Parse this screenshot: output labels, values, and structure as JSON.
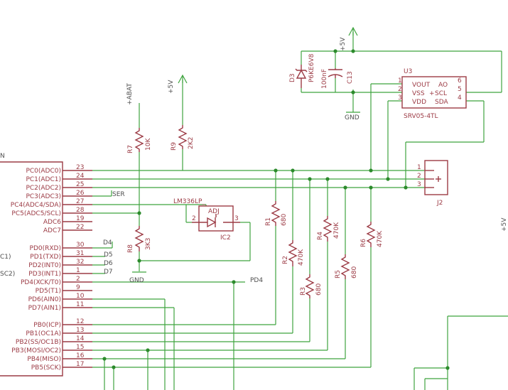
{
  "mcu": {
    "pins": [
      {
        "name": "PC0(ADC0)",
        "num": "23"
      },
      {
        "name": "PC1(ADC1)",
        "num": "24"
      },
      {
        "name": "PC2(ADC2)",
        "num": "25"
      },
      {
        "name": "PC3(ADC3)",
        "num": "26"
      },
      {
        "name": "PC4(ADC4/SDA)",
        "num": "27"
      },
      {
        "name": "PC5(ADC5/SCL)",
        "num": "28"
      },
      {
        "name": "ADC6",
        "num": "19"
      },
      {
        "name": "ADC7",
        "num": "22"
      },
      {
        "name": "PD0(RXD)",
        "num": "30"
      },
      {
        "name": "PD1(TXD)",
        "num": "31"
      },
      {
        "name": "PD2(INT0)",
        "num": "32"
      },
      {
        "name": "PD3(INT1)",
        "num": "1"
      },
      {
        "name": "PD4(XCK/T0)",
        "num": "2"
      },
      {
        "name": "PD5(T1)",
        "num": "9"
      },
      {
        "name": "PD6(AIN0)",
        "num": "10"
      },
      {
        "name": "PD7(AIN1)",
        "num": "11"
      },
      {
        "name": "PB0(ICP)",
        "num": "12"
      },
      {
        "name": "PB1(OC1A)",
        "num": "13"
      },
      {
        "name": "PB2(SS/OC1B)",
        "num": "14"
      },
      {
        "name": "PB3(MOSI/OC2)",
        "num": "15"
      },
      {
        "name": "PB4(MISO)",
        "num": "16"
      },
      {
        "name": "PB5(SCK)",
        "num": "17"
      }
    ],
    "edge_labels": [
      "N",
      "C1)",
      "SC2)"
    ]
  },
  "nets": {
    "abat": "+ABAT",
    "vcc": "+5V",
    "vcc_right": "+5V",
    "gnd_bottom": "GND",
    "gnd_top": "GND",
    "ser": "SER",
    "pd4": "PD4",
    "d4": "D4",
    "d5": "D5",
    "d6": "D6",
    "d7": "D7"
  },
  "components": {
    "r7": {
      "ref": "R7",
      "value": "10K"
    },
    "r9": {
      "ref": "R9",
      "value": "2K2"
    },
    "r8": {
      "ref": "R8",
      "value": "3K3"
    },
    "r1": {
      "ref": "R1",
      "value": "680"
    },
    "r2": {
      "ref": "R2",
      "value": "470K"
    },
    "r3": {
      "ref": "R3",
      "value": "680"
    },
    "r4": {
      "ref": "R4",
      "value": "470K"
    },
    "r5": {
      "ref": "R5",
      "value": "680"
    },
    "r6": {
      "ref": "R6",
      "value": "470K"
    },
    "ic2": {
      "ref": "IC2",
      "part": "LM336LP_",
      "pin_adj": "ADJ",
      "pin2": "2",
      "pin3": "3"
    },
    "d3": {
      "ref": "D3",
      "value": "P6KE6V8"
    },
    "c13": {
      "ref": "C13",
      "value": "100nF"
    },
    "u3": {
      "ref": "U3",
      "part": "SRV05-4TL",
      "pins": [
        {
          "name": "VOUT",
          "num": "1",
          "rname": "AO",
          "rnum": "6"
        },
        {
          "name": "VSS",
          "num": "2",
          "rname": "SCL",
          "rnum": "5"
        },
        {
          "name": "VDD",
          "num": "3",
          "rname": "SDA",
          "rnum": "4"
        }
      ]
    },
    "j2": {
      "ref": "J2",
      "pins": [
        "1",
        "2",
        "3"
      ]
    }
  }
}
